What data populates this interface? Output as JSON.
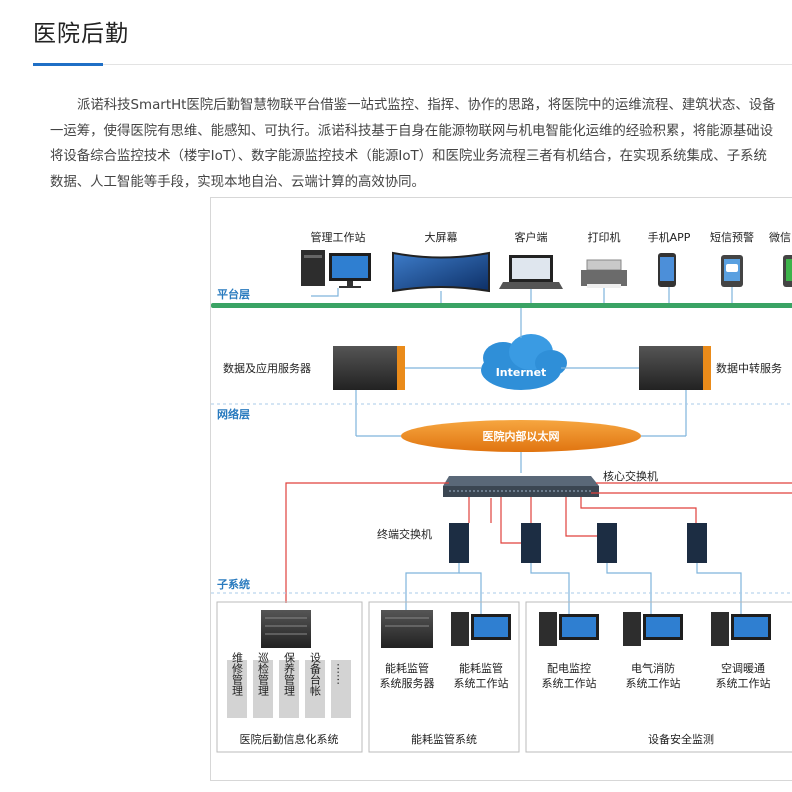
{
  "page": {
    "title": "医院后勤",
    "paragraph_lines": [
      "派诺科技SmartHt医院后勤智慧物联平台借鉴一站式监控、指挥、协作的思路，将医院中的运维流程、建筑状态、设备",
      "一运筹，使得医院有思维、能感知、可执行。派诺科技基于自身在能源物联网与机电智能化运维的经验积累，将能源基础设",
      "将设备综合监控技术（楼宇IoT）、数字能源监控技术（能源IoT）和医院业务流程三者有机结合，在实现系统集成、子系统",
      "数据、人工智能等手段，实现本地自治、云端计算的高效协同。"
    ]
  },
  "diagram": {
    "layers": {
      "platform": "平台层",
      "network": "网络层",
      "subsystem": "子系统"
    },
    "terminals": {
      "management_station": "管理工作站",
      "big_screen": "大屏幕",
      "client": "客户端",
      "printer": "打印机",
      "mobile_app": "手机APP",
      "sms_alert": "短信预警",
      "wechat": "微信"
    },
    "servers": {
      "data_app_server": "数据及应用服务器",
      "data_relay_server": "数据中转服务"
    },
    "network": {
      "internet": "Internet",
      "hospital_lan": "医院内部以太网",
      "core_switch": "核心交换机",
      "terminal_switch": "终端交换机"
    },
    "subsystems": {
      "info_items": [
        "维修管理",
        "巡检管理",
        "保养管理",
        "设备台帐"
      ],
      "info_ellipsis": "……",
      "info_system": "医院后勤信息化系统",
      "energy_server": [
        "能耗监管",
        "系统服务器"
      ],
      "energy_station": [
        "能耗监管",
        "系统工作站"
      ],
      "energy_system": "能耗监管系统",
      "power_station": [
        "配电监控",
        "系统工作站"
      ],
      "fire_station": [
        "电气消防",
        "系统工作站"
      ],
      "hvac_station": [
        "空调暖通",
        "系统工作站"
      ],
      "safety_system": "设备安全监测"
    },
    "colors": {
      "platform_bar": "#3aa364",
      "network_link": "#e0413c",
      "internal_link": "#7fb4dc",
      "internet_cloud": "#2f8fd8",
      "lan_ellipse": "#ee8a1e",
      "layer_text": "#2a7bbf"
    }
  }
}
